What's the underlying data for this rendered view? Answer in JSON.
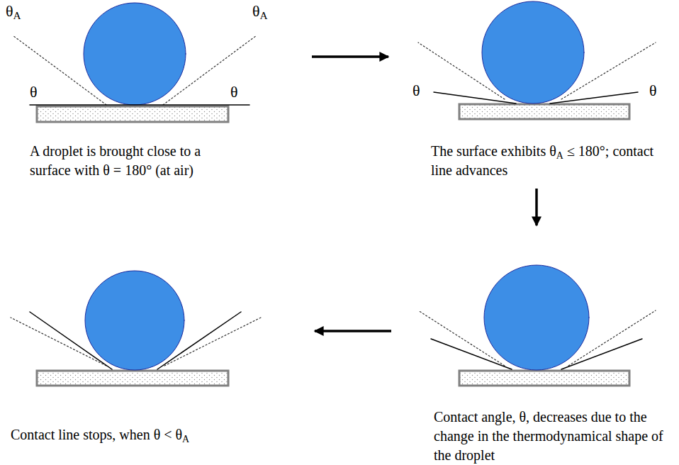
{
  "diagram": {
    "nodes": [
      {
        "text": [
          "A droplet is brought close to a surface with θ = 180° (at air)"
        ]
      },
      {
        "text": [
          "The surface exhibits θA ≤ 180°; contact line advances"
        ]
      },
      {
        "text": [
          "Contact angle, θ, decreases due to the change in the thermodynamical shape of the droplet"
        ]
      },
      {
        "text": [
          "Contact line stops, when θ < θA"
        ]
      }
    ],
    "edges": [
      {
        "from": 0,
        "to": 1,
        "arrow": "to"
      },
      {
        "from": 1,
        "to": 2,
        "arrow": "to"
      },
      {
        "from": 2,
        "to": 3,
        "arrow": "to"
      }
    ],
    "labels": [
      "θA",
      "θA",
      "θ",
      "θ",
      "θ",
      "θ"
    ]
  }
}
